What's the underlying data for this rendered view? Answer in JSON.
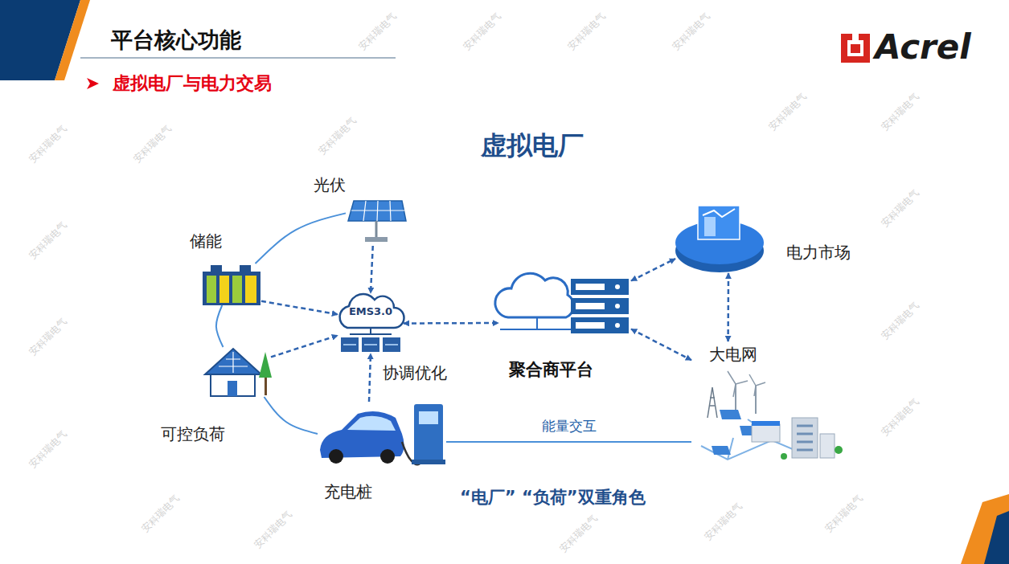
{
  "diagram": {
    "title": "平台核心功能",
    "nodes": [
      {
        "text": [
          "光伏"
        ]
      },
      {
        "text": [
          "储能"
        ]
      },
      {
        "text": [
          "可控负荷"
        ]
      },
      {
        "text": [
          "充电桩"
        ]
      },
      {
        "text": [
          "EMS3.0",
          "协调优化"
        ]
      },
      {
        "text": [
          "聚合商平台"
        ]
      },
      {
        "text": [
          "电力市场"
        ]
      },
      {
        "text": [
          "大电网"
        ]
      }
    ],
    "edges": [
      {
        "from": 0,
        "to": 4,
        "arrow": "to"
      },
      {
        "from": 1,
        "to": 4,
        "arrow": "to"
      },
      {
        "from": 2,
        "to": 4,
        "arrow": "to"
      },
      {
        "from": 3,
        "to": 4,
        "arrow": "to"
      },
      {
        "from": 4,
        "to": 5,
        "arrow": "both"
      },
      {
        "from": 5,
        "to": 6,
        "arrow": "both"
      },
      {
        "from": 5,
        "to": 7,
        "arrow": "both"
      },
      {
        "from": 6,
        "to": 7,
        "arrow": "both"
      },
      {
        "from": 1,
        "to": 0,
        "arrow": "none"
      },
      {
        "from": 1,
        "to": 2,
        "arrow": "none"
      },
      {
        "from": 2,
        "to": 3,
        "arrow": "none"
      },
      {
        "from": 3,
        "to": 7,
        "label": "能量交互",
        "arrow": "none"
      }
    ],
    "labels": [
      "虚拟电厂与电力交易",
      "虚拟电厂",
      "“电厂” “负荷”双重角色",
      "Acrel",
      "安科瑞电气",
      "安科瑞电气",
      "安科瑞电气",
      "安科瑞电气",
      "安科瑞电气",
      "安科瑞电气",
      "安科瑞电气",
      "安科瑞电气",
      "安科瑞电气",
      "安科瑞电气",
      "安科瑞电气",
      "安科瑞电气",
      "安科瑞电气",
      "安科瑞电气",
      "安科瑞电气",
      "安科瑞电气",
      "安科瑞电气",
      "安科瑞电气",
      "安科瑞电气",
      "安科瑞电气"
    ]
  }
}
